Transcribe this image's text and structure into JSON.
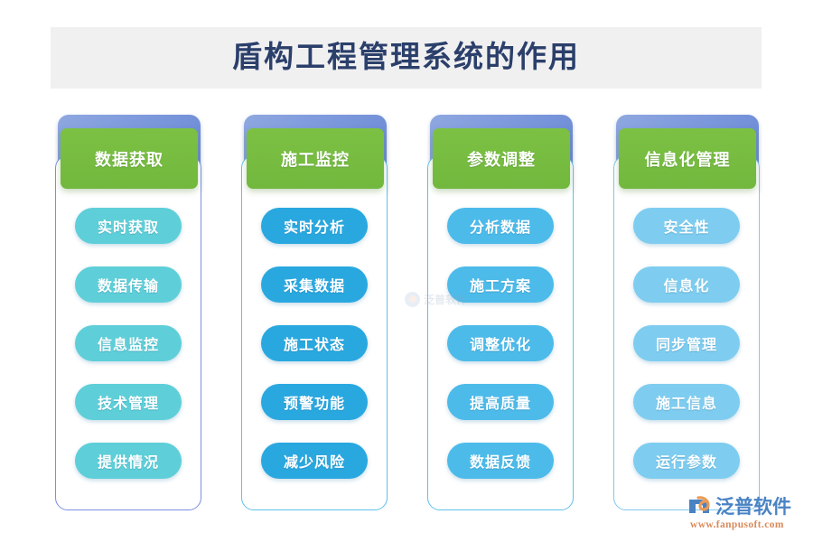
{
  "page": {
    "title": "盾构工程管理系统的作用",
    "background_color": "#ffffff",
    "title_band_color": "#f0f0f0",
    "title_color": "#2b3f6b"
  },
  "columns": [
    {
      "header": "数据获取",
      "header_color": "#7cc143",
      "pill_color": "#5ecfd8",
      "items": [
        "实时获取",
        "数据传输",
        "信息监控",
        "技术管理",
        "提供情况"
      ]
    },
    {
      "header": "施工监控",
      "header_color": "#7cc143",
      "pill_color": "#29a8e0",
      "items": [
        "实时分析",
        "采集数据",
        "施工状态",
        "预警功能",
        "减少风险"
      ]
    },
    {
      "header": "参数调整",
      "header_color": "#7cc143",
      "pill_color": "#4cbbea",
      "items": [
        "分析数据",
        "施工方案",
        "调整优化",
        "提高质量",
        "数据反馈"
      ]
    },
    {
      "header": "信息化管理",
      "header_color": "#7cc143",
      "pill_color": "#7ecdf0",
      "items": [
        "安全性",
        "信息化",
        "同步管理",
        "施工信息",
        "运行参数"
      ]
    }
  ],
  "watermark": {
    "text": "泛普软件"
  },
  "brand": {
    "name": "泛普软件",
    "url": "www.fanpusoft.com",
    "name_color": "#4a83c4",
    "url_color": "#d98a5a"
  }
}
